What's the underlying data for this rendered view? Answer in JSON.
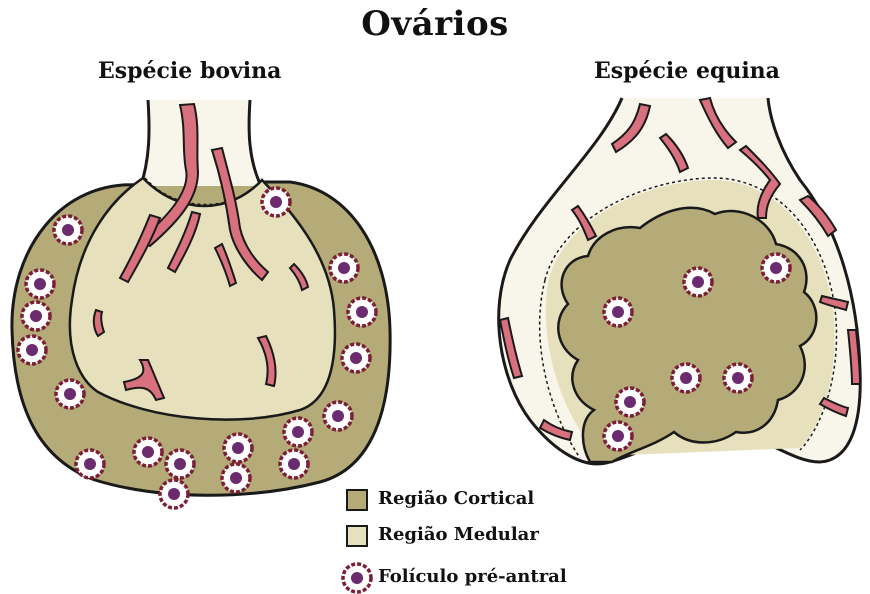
{
  "title": "Ovários",
  "panels": {
    "bovine": {
      "label": "Espécie bovina"
    },
    "equine": {
      "label": "Espécie equina"
    }
  },
  "legend": {
    "items": [
      {
        "label": "Região Cortical",
        "color": "#b4ab78"
      },
      {
        "label": "Região Medular",
        "color": "#e6e0bd"
      },
      {
        "label": "Folículo pré-antral",
        "color": "#5a1a2e"
      }
    ]
  },
  "colors": {
    "outline": "#1a1a1a",
    "cortex": "#b4ab78",
    "medulla": "#e6e0bd",
    "stroma_light": "#f8f5ea",
    "vessels": "#d8707e",
    "follicle_ring": "#7a1f35",
    "follicle_core": "#6a2c6e"
  }
}
